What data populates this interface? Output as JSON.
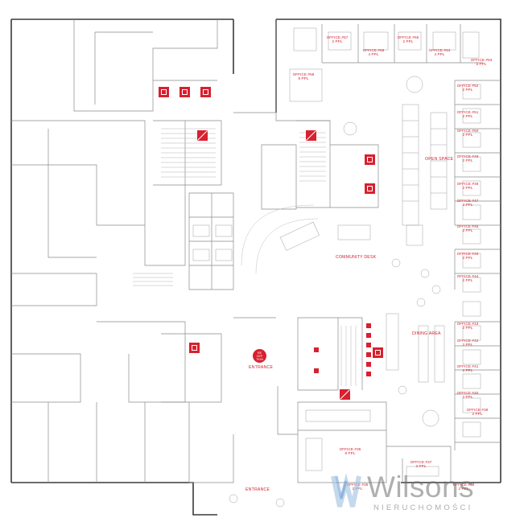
{
  "floorplan": {
    "offices": [
      {
        "name": "OFFICE #57",
        "capacity": "2 PPL"
      },
      {
        "name": "OFFICE #56",
        "capacity": "4 PPL"
      },
      {
        "name": "OFFICE #55",
        "capacity": "2 PPL"
      },
      {
        "name": "OFFICE #54",
        "capacity": "4 PPL"
      },
      {
        "name": "OFFICE #53",
        "capacity": "5 PPL"
      },
      {
        "name": "OFFICE #58",
        "capacity": "8 PPL"
      },
      {
        "name": "OFFICE #52",
        "capacity": "2 PPL"
      },
      {
        "name": "OFFICE #51",
        "capacity": "2 PPL"
      },
      {
        "name": "OFFICE #50",
        "capacity": "2 PPL"
      },
      {
        "name": "OFFICE #49",
        "capacity": "2 PPL"
      },
      {
        "name": "OFFICE #48",
        "capacity": "2 PPL"
      },
      {
        "name": "OFFICE #47",
        "capacity": "2 PPL"
      },
      {
        "name": "OFFICE #46",
        "capacity": "2 PPL"
      },
      {
        "name": "OFFICE #45",
        "capacity": "2 PPL"
      },
      {
        "name": "OFFICE #44",
        "capacity": "2 PPL"
      },
      {
        "name": "OFFICE #43",
        "capacity": "2 PPL"
      },
      {
        "name": "OFFICE #42",
        "capacity": "2 PPL"
      },
      {
        "name": "OFFICE #41",
        "capacity": "2 PPL"
      },
      {
        "name": "OFFICE #40",
        "capacity": "2 PPL"
      },
      {
        "name": "OFFICE #39",
        "capacity": "2 PPL"
      },
      {
        "name": "OFFICE #38",
        "capacity": "2 PPL"
      },
      {
        "name": "OFFICE #37",
        "capacity": "3 PPL"
      },
      {
        "name": "OFFICE #36",
        "capacity": "8 PPL"
      },
      {
        "name": "OFFICE #35",
        "capacity": "2 PPL"
      }
    ],
    "areas": {
      "open_space": "OPEN SPACE",
      "community_desk": "COMMUNITY DESK",
      "dining_area": "DINING AREA",
      "entrance_main": "ENTRANCE",
      "entrance_south": "ENTRANCE"
    },
    "reception_badge": "RE\nCEP\nTION"
  },
  "logo": {
    "brand": "Wilsons",
    "tagline": "NIERUCHOMOŚCI"
  },
  "colors": {
    "accent": "#d8202f",
    "wall": "#3a3a3a",
    "line": "#9a9a9a",
    "logo": "#6e6e6e"
  },
  "icons": {
    "restroom": "restroom-icon",
    "stairs": "stairs-icon",
    "elevator": "elevator-icon",
    "fire_extinguisher": "fire-extinguisher-icon"
  }
}
